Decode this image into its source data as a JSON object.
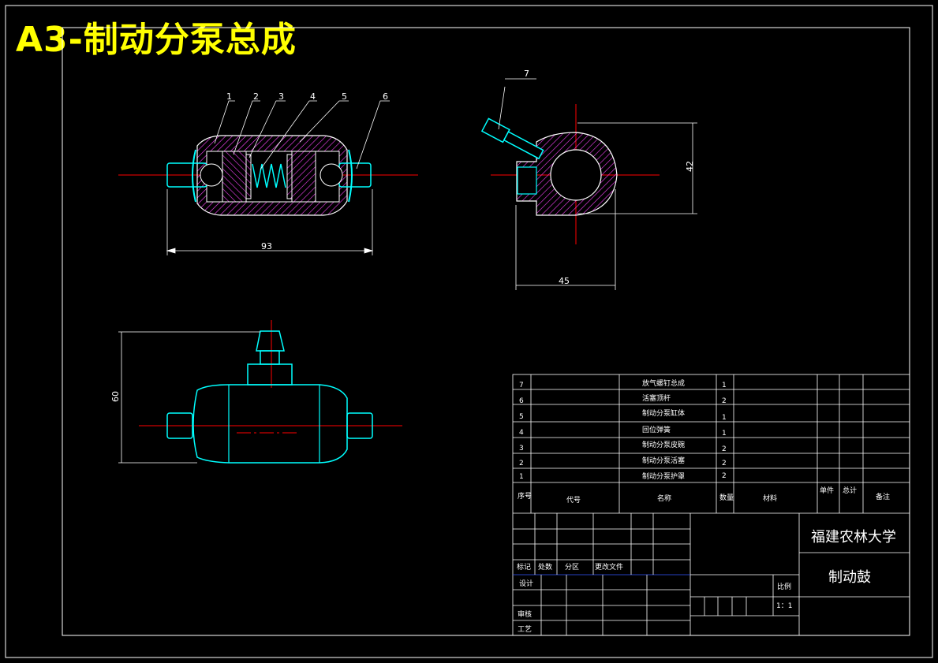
{
  "drawing_title": "A3-制动分泵总成",
  "balloons": [
    "1",
    "2",
    "3",
    "4",
    "5",
    "6",
    "7"
  ],
  "dimensions": {
    "front_width": "93",
    "side_height": "42",
    "side_width": "45",
    "bottom_height": "60"
  },
  "parts": [
    {
      "no": "7",
      "name": "放气螺钉总成",
      "qty": "1"
    },
    {
      "no": "6",
      "name": "活塞顶杆",
      "qty": "2"
    },
    {
      "no": "5",
      "name": "制动分泵缸体",
      "qty": "1"
    },
    {
      "no": "4",
      "name": "回位弹簧",
      "qty": "1"
    },
    {
      "no": "3",
      "name": "制动分泵皮碗",
      "qty": "2"
    },
    {
      "no": "2",
      "name": "制动分泵活塞",
      "qty": "2"
    },
    {
      "no": "1",
      "name": "制动分泵护罩",
      "qty": "2"
    }
  ],
  "table_header": {
    "no": "序号",
    "code": "代号",
    "name": "名称",
    "qty": "数量",
    "material": "材料",
    "unit": "单件",
    "total": "总计",
    "note": "备注"
  },
  "title_block": {
    "school": "福建农林大学",
    "part_name": "制动鼓",
    "mark": "标记",
    "count": "处数",
    "zone": "分区",
    "change_doc": "更改文件",
    "design": "设计",
    "review": "审核",
    "process": "工艺",
    "scale_label": "比例",
    "scale_value": "1：1"
  },
  "colors": {
    "frame": "#ffffff",
    "outline": "#00ffff",
    "center": "#ff0000",
    "title": "#ffff00",
    "section": "#ff00ff"
  }
}
